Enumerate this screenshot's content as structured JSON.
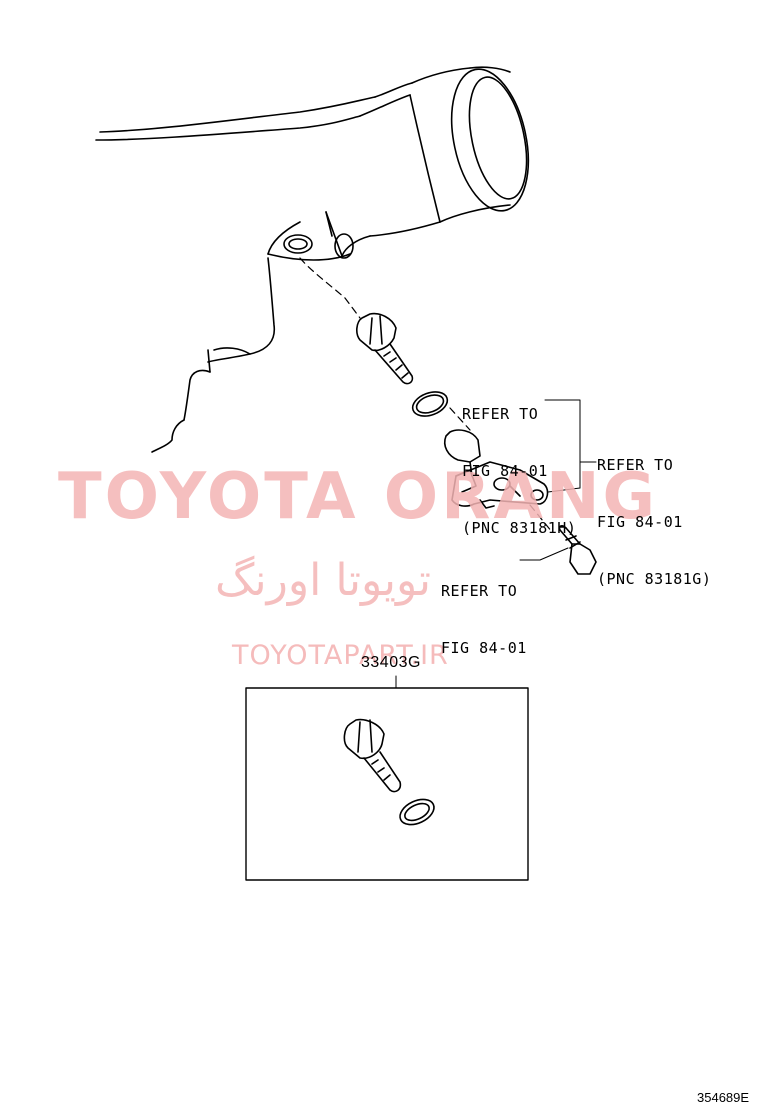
{
  "callouts": {
    "oring_ref": {
      "line1": "REFER TO",
      "line2": "FIG 84-01",
      "line3": "(PNC 83181H)"
    },
    "sensor_ref": {
      "line1": "REFER TO",
      "line2": "FIG 84-01",
      "line3": "(PNC 83181G)"
    },
    "bolt_ref": {
      "line1": "REFER TO",
      "line2": "FIG 84-01"
    }
  },
  "part_number": "33403G",
  "figure_id": "354689E",
  "watermark": {
    "latin": "TOYOTA ORANG",
    "persian": "تویوتا اورنگ",
    "url": "TOYOTAPART.IR",
    "color": "#f4b4b4"
  },
  "line_color": "#000000"
}
